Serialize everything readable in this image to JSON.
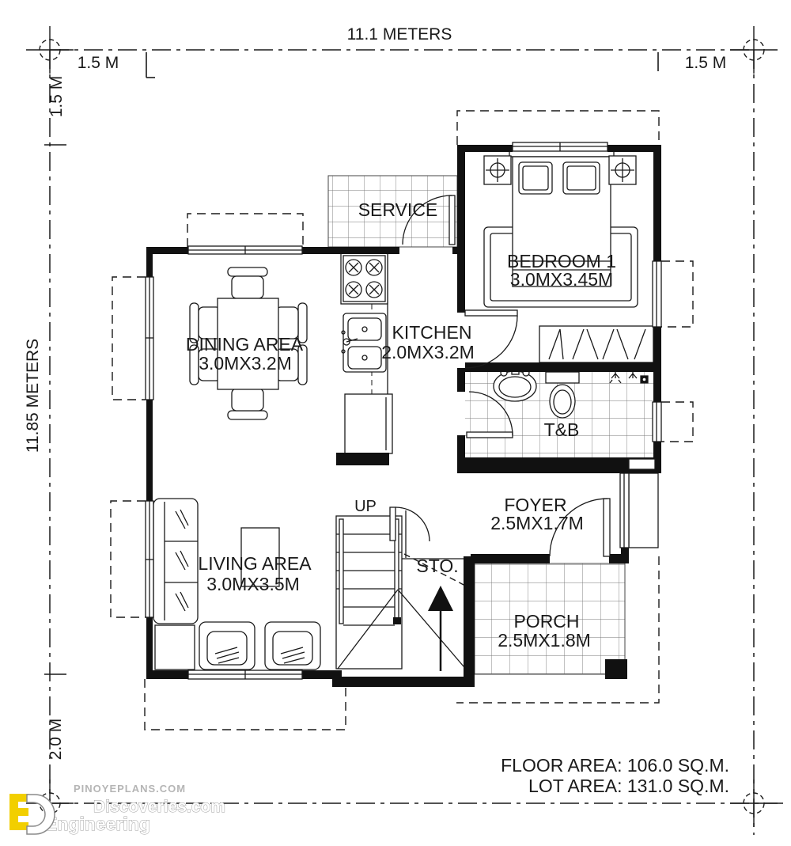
{
  "dims": {
    "top_total": "11.1 METERS",
    "setback_top_left": "1.5 M",
    "setback_top_right": "1.5 M",
    "setback_left_top": "1.5 M",
    "left_total": "11.85 METERS",
    "setback_left_bottom": "2.0 M"
  },
  "rooms": {
    "service": {
      "name": "SERVICE"
    },
    "bedroom1": {
      "name": "BEDROOM 1",
      "size": "3.0MX3.45M"
    },
    "dining": {
      "name": "DINING AREA",
      "size": "3.0MX3.2M"
    },
    "kitchen": {
      "name": "KITCHEN",
      "size": "2.0MX3.2M"
    },
    "toilet_bath": {
      "name": "T&B"
    },
    "foyer": {
      "name": "FOYER",
      "size": "2.5MX1.7M"
    },
    "living": {
      "name": "LIVING AREA",
      "size": "3.0MX3.5M"
    },
    "storage": {
      "name": "STO."
    },
    "porch": {
      "name": "PORCH",
      "size": "2.5MX1.8M"
    }
  },
  "stairs": {
    "direction_label": "UP"
  },
  "summary": {
    "floor_area": "FLOOR AREA: 106.0 SQ.M.",
    "lot_area": "LOT AREA: 131.0 SQ.M."
  },
  "watermarks": {
    "site": "PINOYEPLANS.COM",
    "brand_line1": "Discoveries.com",
    "brand_line2": "Engineering"
  },
  "colors": {
    "line": "#1a1a1a",
    "wall": "#111111",
    "tile_line": "#777777",
    "logo_yellow": "#f2cf00",
    "watermark": "#b5b5b5"
  }
}
